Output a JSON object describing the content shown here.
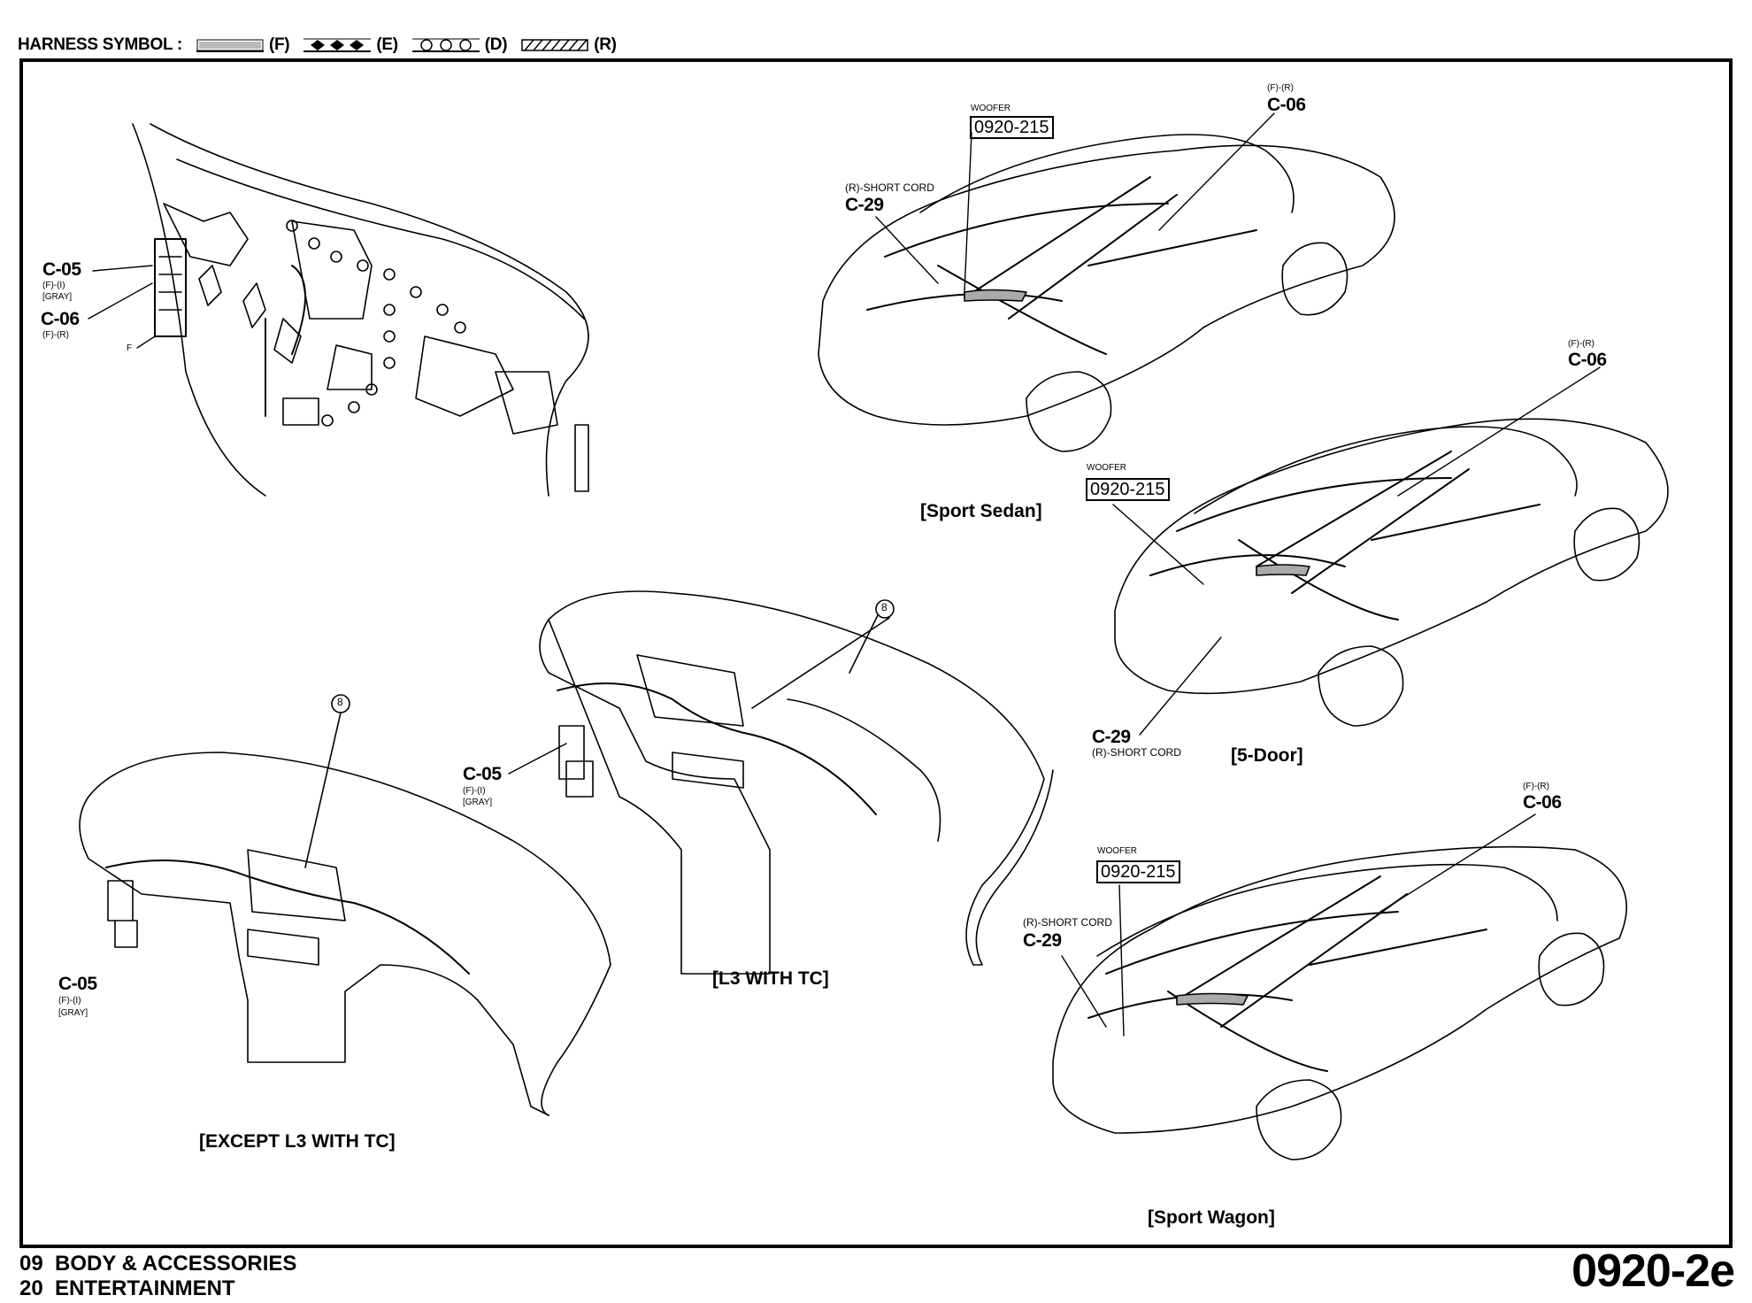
{
  "legend": {
    "prefix": "HARNESS SYMBOL :",
    "items": [
      {
        "label": "(F)",
        "pattern": "dotted-band"
      },
      {
        "label": "(E)",
        "pattern": "diamonds"
      },
      {
        "label": "(D)",
        "pattern": "circles"
      },
      {
        "label": "(R)",
        "pattern": "hatched"
      }
    ]
  },
  "callouts": {
    "dash_c05": {
      "code": "C-05",
      "sub1": "(F)-(I)",
      "sub2": "[GRAY]"
    },
    "dash_c06": {
      "code": "C-06",
      "sub1": "(F)-(R)"
    },
    "dash_f": "F",
    "sedan_woofer": {
      "title": "WOOFER",
      "code": "0920-215"
    },
    "sedan_c06": {
      "sub": "(F)-(R)",
      "code": "C-06"
    },
    "sedan_c29": {
      "sub": "(R)-SHORT CORD",
      "code": "C-29"
    },
    "door5_woofer": {
      "title": "WOOFER",
      "code": "0920-215"
    },
    "door5_c06": {
      "sub": "(F)-(R)",
      "code": "C-06"
    },
    "door5_c29": {
      "code": "C-29",
      "sub": "(R)-SHORT CORD"
    },
    "wagon_woofer": {
      "title": "WOOFER",
      "code": "0920-215"
    },
    "wagon_c06": {
      "sub": "(F)-(R)",
      "code": "C-06"
    },
    "wagon_c29": {
      "sub": "(R)-SHORT CORD",
      "code": "C-29"
    },
    "l3_c05": {
      "code": "C-05",
      "sub1": "(F)-(I)",
      "sub2": "[GRAY]"
    },
    "except_c05": {
      "code": "C-05",
      "sub1": "(F)-(I)",
      "sub2": "[GRAY]"
    },
    "l3_ground": "8",
    "except_ground": "8"
  },
  "captions": {
    "sport_sedan": "[Sport Sedan]",
    "five_door": "[5-Door]",
    "l3_with_tc": "[L3 WITH TC]",
    "except_l3": "[EXCEPT L3 WITH TC]",
    "sport_wagon": "[Sport Wagon]"
  },
  "footer": {
    "line1_num": "09",
    "line1_text": "BODY & ACCESSORIES",
    "line2_num": "20",
    "line2_text": "ENTERTAINMENT",
    "page_number": "0920-2e"
  }
}
